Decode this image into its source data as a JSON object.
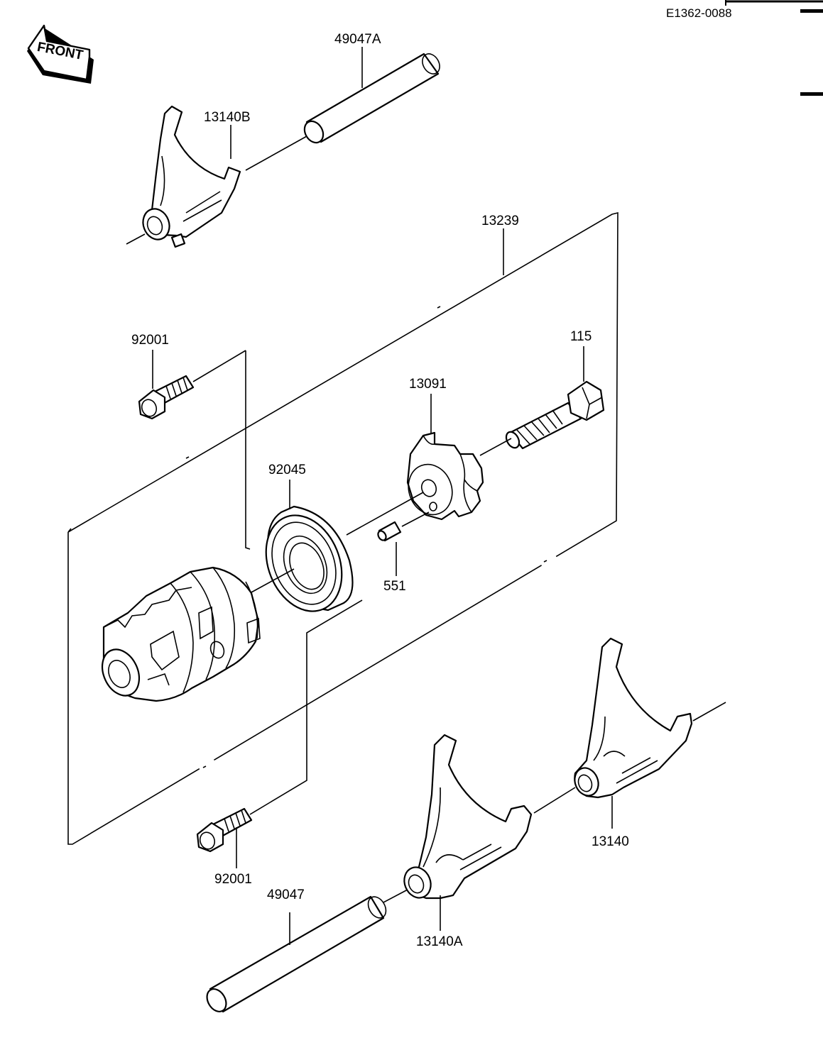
{
  "diagram_code": "E1362-0088",
  "front_arrow": {
    "text": "FRONT",
    "icon": "front-direction-arrow-icon"
  },
  "parts": [
    {
      "id": "shaft-49047a",
      "label": "49047A"
    },
    {
      "id": "fork-13140b",
      "label": "13140B"
    },
    {
      "id": "drum-assy-13239",
      "label": "13239"
    },
    {
      "id": "bolt-92001-top",
      "label": "92001"
    },
    {
      "id": "bolt-115",
      "label": "115"
    },
    {
      "id": "cam-13091",
      "label": "13091"
    },
    {
      "id": "bearing-92045",
      "label": "92045"
    },
    {
      "id": "pin-551",
      "label": "551"
    },
    {
      "id": "fork-13140",
      "label": "13140"
    },
    {
      "id": "bolt-92001-bottom",
      "label": "92001"
    },
    {
      "id": "shaft-49047",
      "label": "49047"
    },
    {
      "id": "fork-13140a",
      "label": "13140A"
    }
  ]
}
